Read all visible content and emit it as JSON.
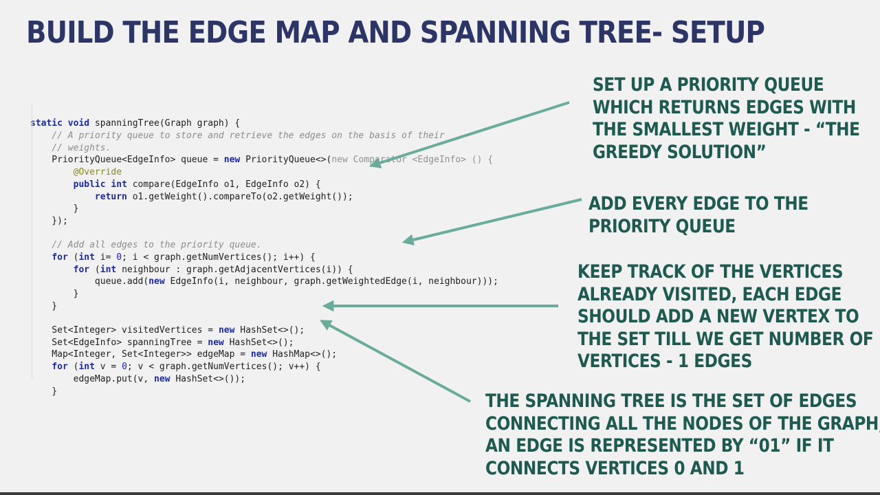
{
  "slide": {
    "title": "BUILD THE EDGE MAP AND SPANNING TREE- SETUP"
  },
  "code": {
    "lines": [
      [
        {
          "t": "static void",
          "c": "kw"
        },
        {
          "t": " spanningTree(Graph graph) {"
        }
      ],
      [
        {
          "t": "    // A priority queue to store and retrieve the edges on the basis of their",
          "c": "cm"
        }
      ],
      [
        {
          "t": "    // weights.",
          "c": "cm"
        }
      ],
      [
        {
          "t": "    PriorityQueue<EdgeInfo> queue = "
        },
        {
          "t": "new",
          "c": "kw"
        },
        {
          "t": " PriorityQueue<>("
        },
        {
          "t": "new Comparator <EdgeInfo> () {",
          "c": "gy"
        }
      ],
      [
        {
          "t": "        @Override",
          "c": "an"
        }
      ],
      [
        {
          "t": "        "
        },
        {
          "t": "public int",
          "c": "kw"
        },
        {
          "t": " compare(EdgeInfo o1, EdgeInfo o2) {"
        }
      ],
      [
        {
          "t": "            "
        },
        {
          "t": "return",
          "c": "kw"
        },
        {
          "t": " o1.getWeight().compareTo(o2.getWeight());"
        }
      ],
      [
        {
          "t": "        }"
        }
      ],
      [
        {
          "t": "    });"
        }
      ],
      [
        {
          "t": ""
        }
      ],
      [
        {
          "t": "    // Add all edges to the priority queue.",
          "c": "cm"
        }
      ],
      [
        {
          "t": "    "
        },
        {
          "t": "for",
          "c": "kw"
        },
        {
          "t": " ("
        },
        {
          "t": "int",
          "c": "kw"
        },
        {
          "t": " i= "
        },
        {
          "t": "0",
          "c": "nm"
        },
        {
          "t": "; i < graph.getNumVertices(); i++) {"
        }
      ],
      [
        {
          "t": "        "
        },
        {
          "t": "for",
          "c": "kw"
        },
        {
          "t": " ("
        },
        {
          "t": "int",
          "c": "kw"
        },
        {
          "t": " neighbour : graph.getAdjacentVertices(i)) {"
        }
      ],
      [
        {
          "t": "            queue.add("
        },
        {
          "t": "new",
          "c": "kw"
        },
        {
          "t": " EdgeInfo(i, neighbour, graph.getWeightedEdge(i, neighbour)));"
        }
      ],
      [
        {
          "t": "        }"
        }
      ],
      [
        {
          "t": "    }"
        }
      ],
      [
        {
          "t": ""
        }
      ],
      [
        {
          "t": "    Set<Integer> visitedVertices = "
        },
        {
          "t": "new",
          "c": "kw"
        },
        {
          "t": " HashSet<>();"
        }
      ],
      [
        {
          "t": "    Set<EdgeInfo> spanningTree = "
        },
        {
          "t": "new",
          "c": "kw"
        },
        {
          "t": " HashSet<>();"
        }
      ],
      [
        {
          "t": "    Map<Integer, Set<Integer>> edgeMap = "
        },
        {
          "t": "new",
          "c": "kw"
        },
        {
          "t": " HashMap<>();"
        }
      ],
      [
        {
          "t": "    "
        },
        {
          "t": "for",
          "c": "kw"
        },
        {
          "t": " ("
        },
        {
          "t": "int",
          "c": "kw"
        },
        {
          "t": " v = "
        },
        {
          "t": "0",
          "c": "nm"
        },
        {
          "t": "; v < graph.getNumVertices(); v++) {"
        }
      ],
      [
        {
          "t": "        edgeMap.put(v, "
        },
        {
          "t": "new",
          "c": "kw"
        },
        {
          "t": " HashSet<>());"
        }
      ],
      [
        {
          "t": "    }"
        }
      ]
    ]
  },
  "annotations": {
    "priority_queue": {
      "lines": [
        "SET UP A PRIORITY QUEUE",
        "WHICH RETURNS EDGES WITH",
        "THE SMALLEST WEIGHT - “THE",
        "GREEDY SOLUTION”"
      ]
    },
    "add_edges": {
      "lines": [
        "ADD EVERY EDGE TO THE",
        "PRIORITY QUEUE"
      ]
    },
    "visited": {
      "lines": [
        "KEEP TRACK OF THE VERTICES",
        "ALREADY VISITED, EACH EDGE",
        "SHOULD ADD A NEW VERTEX TO",
        "THE SET TILL WE GET NUMBER OF",
        "VERTICES - 1 EDGES"
      ]
    },
    "spanning_tree": {
      "lines": [
        "THE SPANNING TREE IS THE SET OF EDGES",
        "CONNECTING ALL THE NODES OF THE GRAPH,",
        "AN EDGE IS REPRESENTED BY “01” IF IT",
        "CONNECTS VERTICES 0 AND 1"
      ]
    }
  },
  "colors": {
    "title": "#2c3565",
    "annotation": "#1e5a50",
    "arrow": "#6aab9c",
    "keyword": "#1d2aa0",
    "comment": "#8c8c8c"
  }
}
